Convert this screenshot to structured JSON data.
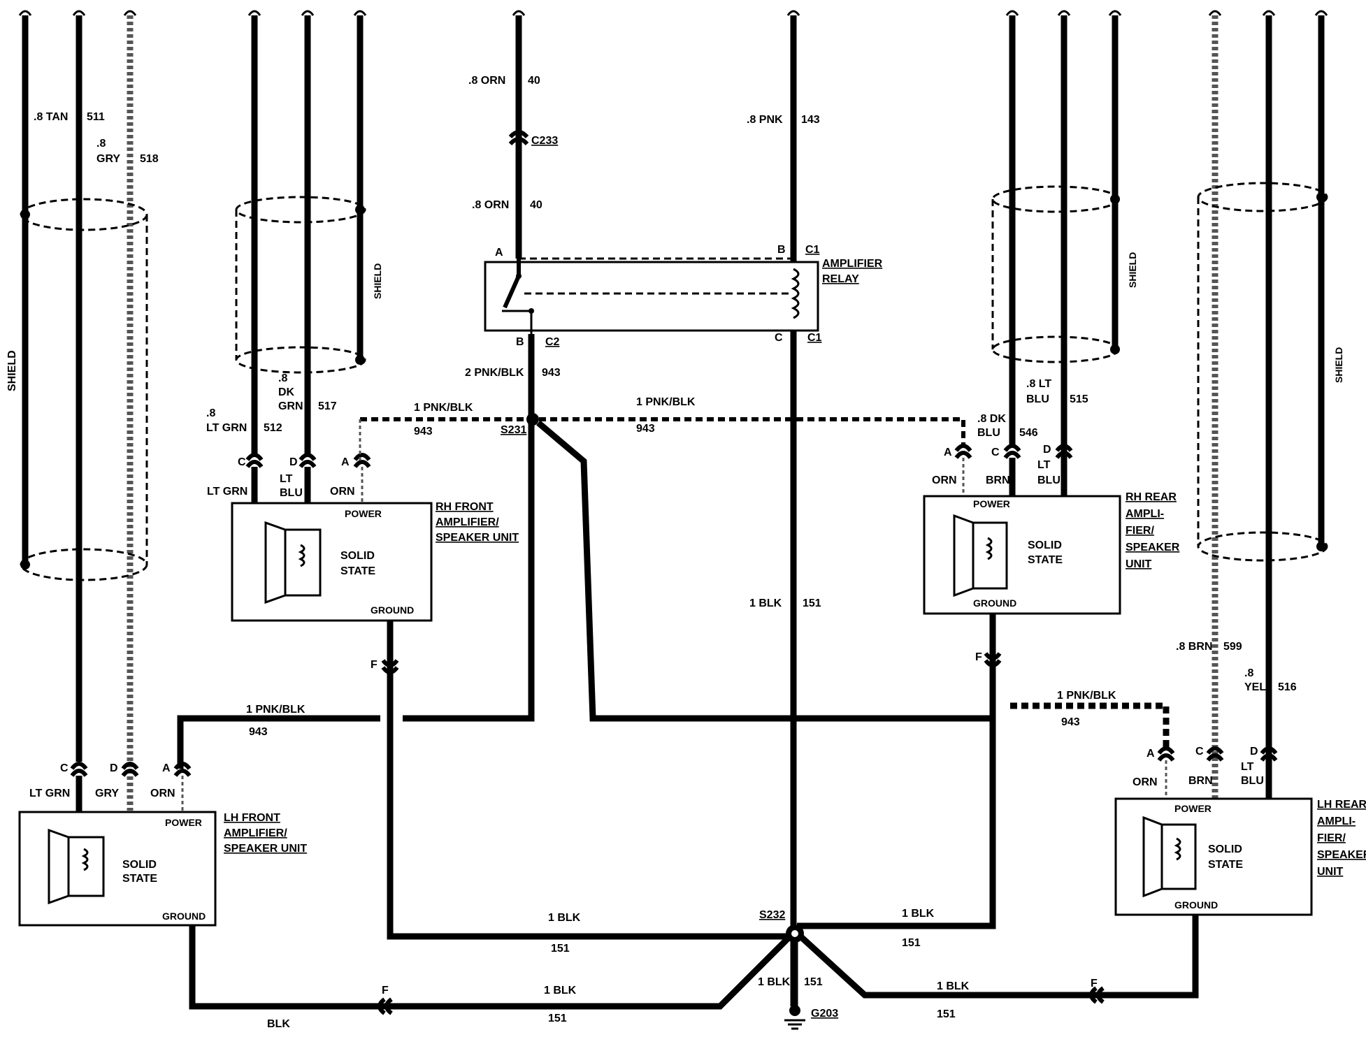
{
  "wires": {
    "lh_tan": {
      "gauge_color": ".8 TAN",
      "circuit": "511"
    },
    "lh_gry": {
      "gauge": ".8",
      "color": "GRY",
      "circuit": "518"
    },
    "rhf_ltgrn": {
      "gauge": ".8",
      "color": "LT GRN",
      "circuit": "512"
    },
    "rhf_dkgrn": {
      "gauge": ".8",
      "color1": "DK",
      "color2": "GRN",
      "circuit": "517"
    },
    "relay_orn_top": {
      "gauge_color": ".8 ORN",
      "circuit": "40"
    },
    "relay_orn_mid": {
      "gauge_color": ".8 ORN",
      "circuit": "40"
    },
    "pnk_143": {
      "gauge_color": ".8 PNK",
      "circuit": "143"
    },
    "rhr_ltblu": {
      "gauge_color": ".8 LT",
      "color2": "BLU",
      "circuit": "515"
    },
    "rhr_dkblu": {
      "gauge_color": ".8 DK",
      "color2": "BLU",
      "circuit": "546"
    },
    "lhr_brn": {
      "gauge_color": ".8 BRN",
      "circuit": "599"
    },
    "lhr_yel": {
      "gauge": ".8",
      "color": "YEL",
      "circuit": "516"
    },
    "relay_out": {
      "gauge_color": "2 PNK/BLK",
      "circuit": "943"
    },
    "pnkblk_left": {
      "gauge_color": "1 PNK/BLK",
      "circuit": "943"
    },
    "pnkblk_right": {
      "gauge_color": "1 PNK/BLK",
      "circuit": "943"
    },
    "pnkblk_lower_left": {
      "gauge_color": "1 PNK/BLK",
      "circuit": "943"
    },
    "pnkblk_lower_right": {
      "gauge_color": "1 PNK/BLK",
      "circuit": "943"
    },
    "blk_main": {
      "gauge_color": "1 BLK",
      "circuit": "151"
    },
    "blk_rhf": {
      "gauge_color": "1 BLK",
      "circuit": "151"
    },
    "blk_rhr": {
      "gauge_color": "1 BLK",
      "circuit": "151"
    },
    "blk_lhf": {
      "gauge_color": "1 BLK",
      "circuit": "151",
      "lower": "BLK"
    },
    "blk_lhr": {
      "gauge_color": "1 BLK",
      "circuit": "151"
    },
    "blk_ground": {
      "gauge_color": "1 BLK",
      "circuit": "151"
    }
  },
  "shield": "SHIELD",
  "splices": {
    "s231": "S231",
    "s232": "S232"
  },
  "ground": "G203",
  "connectors": {
    "c233": "C233",
    "c1": "C1",
    "c2": "C2"
  },
  "pins": {
    "a": "A",
    "b": "B",
    "c": "C",
    "d": "D",
    "f": "F"
  },
  "relay": {
    "line1": "AMPLIFIER",
    "line2": "RELAY"
  },
  "units": {
    "rh_front": {
      "lines": [
        "RH FRONT",
        "AMPLIFIER/",
        "SPEAKER UNIT"
      ]
    },
    "lh_front": {
      "lines": [
        "LH FRONT",
        "AMPLIFIER/",
        "SPEAKER UNIT"
      ]
    },
    "rh_rear": {
      "lines": [
        "RH REAR",
        "AMPLI-",
        "FIER/",
        "SPEAKER",
        "UNIT"
      ]
    },
    "lh_rear": {
      "lines": [
        "LH REAR",
        "AMPLI-",
        "FIER/",
        "SPEAKER",
        "UNIT"
      ]
    }
  },
  "unit_text": {
    "power": "POWER",
    "ground": "GROUND",
    "solid": "SOLID",
    "state": "STATE"
  },
  "pin_colors": {
    "lt_grn": "LT GRN",
    "gry": "GRY",
    "orn": "ORN",
    "lt": "LT",
    "blu": "BLU",
    "brn": "BRN"
  }
}
